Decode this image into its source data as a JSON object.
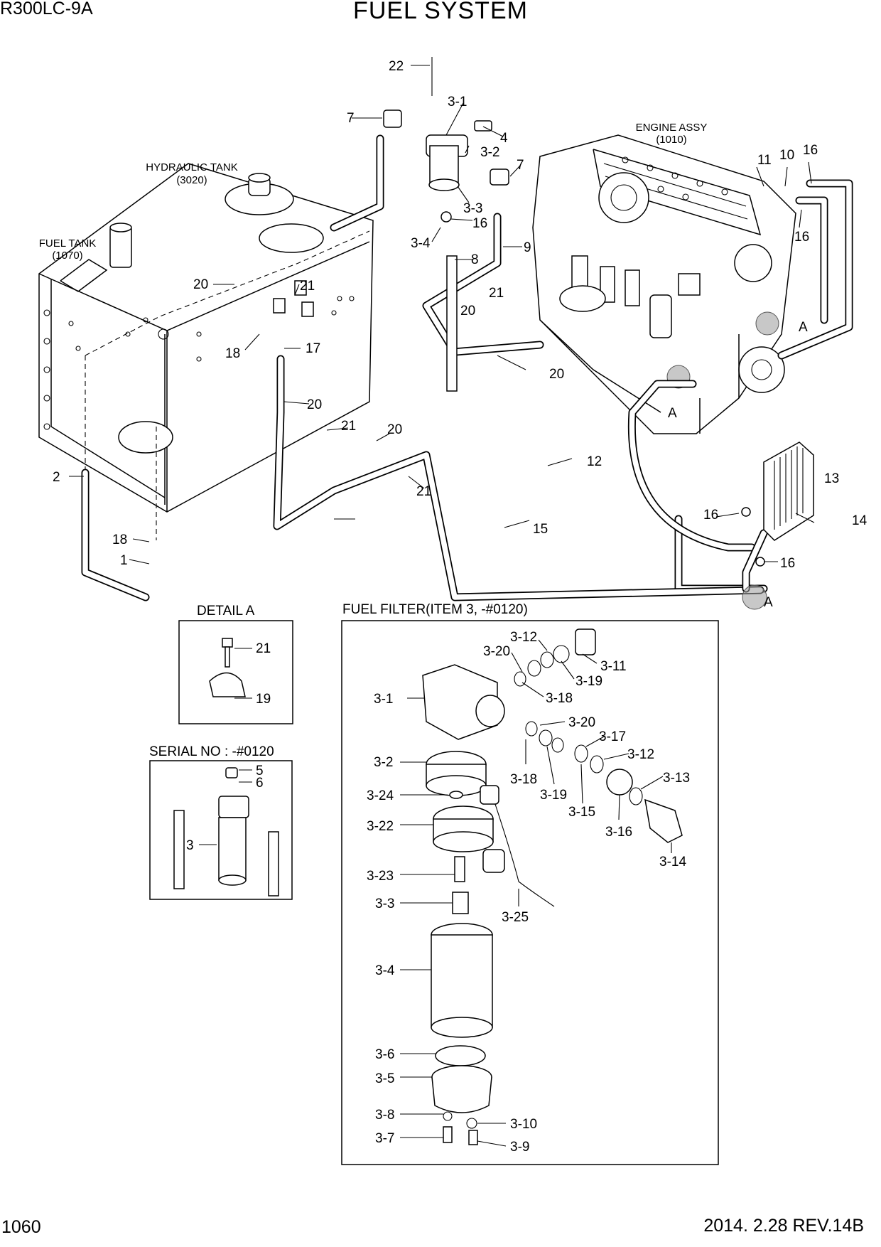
{
  "header": {
    "model": "R300LC-9A",
    "title": "FUEL SYSTEM",
    "page_number": "1060",
    "date_revision": "2014. 2.28  REV.14B"
  },
  "assemblies": {
    "hydraulic_tank": "HYDRAULIC TANK",
    "hydraulic_tank_code": "(3020)",
    "fuel_tank": "FUEL TANK",
    "fuel_tank_code": "(1070)",
    "engine": "ENGINE ASSY",
    "engine_code": "(1010)"
  },
  "sections": {
    "detail_a": "DETAIL  A",
    "fuel_filter": "FUEL FILTER(ITEM 3, -#0120)",
    "serial": "SERIAL NO : -#0120"
  },
  "callouts": {
    "main": [
      "22",
      "3-1",
      "7",
      "4",
      "3-2",
      "7",
      "3-3",
      "16",
      "3-4",
      "8",
      "9",
      "11",
      "10",
      "16",
      "16",
      "A",
      "20",
      "21",
      "18",
      "17",
      "20",
      "21",
      "21",
      "20",
      "20",
      "20",
      "21",
      "A",
      "12",
      "13",
      "2",
      "16",
      "14",
      "18",
      "1",
      "15",
      "16",
      "A"
    ],
    "detail_a": [
      "21",
      "19"
    ],
    "serial": [
      "5",
      "6",
      "3"
    ],
    "fuel_filter": [
      "3-12",
      "3-11",
      "3-20",
      "3-19",
      "3-1",
      "3-18",
      "3-20",
      "3-17",
      "3-12",
      "3-2",
      "3-18",
      "3-19",
      "3-15",
      "3-13",
      "3-24",
      "3-16",
      "3-22",
      "3-14",
      "3-23",
      "3-25",
      "3-3",
      "3-4",
      "3-6",
      "3-5",
      "3-8",
      "3-10",
      "3-7",
      "3-9"
    ]
  }
}
